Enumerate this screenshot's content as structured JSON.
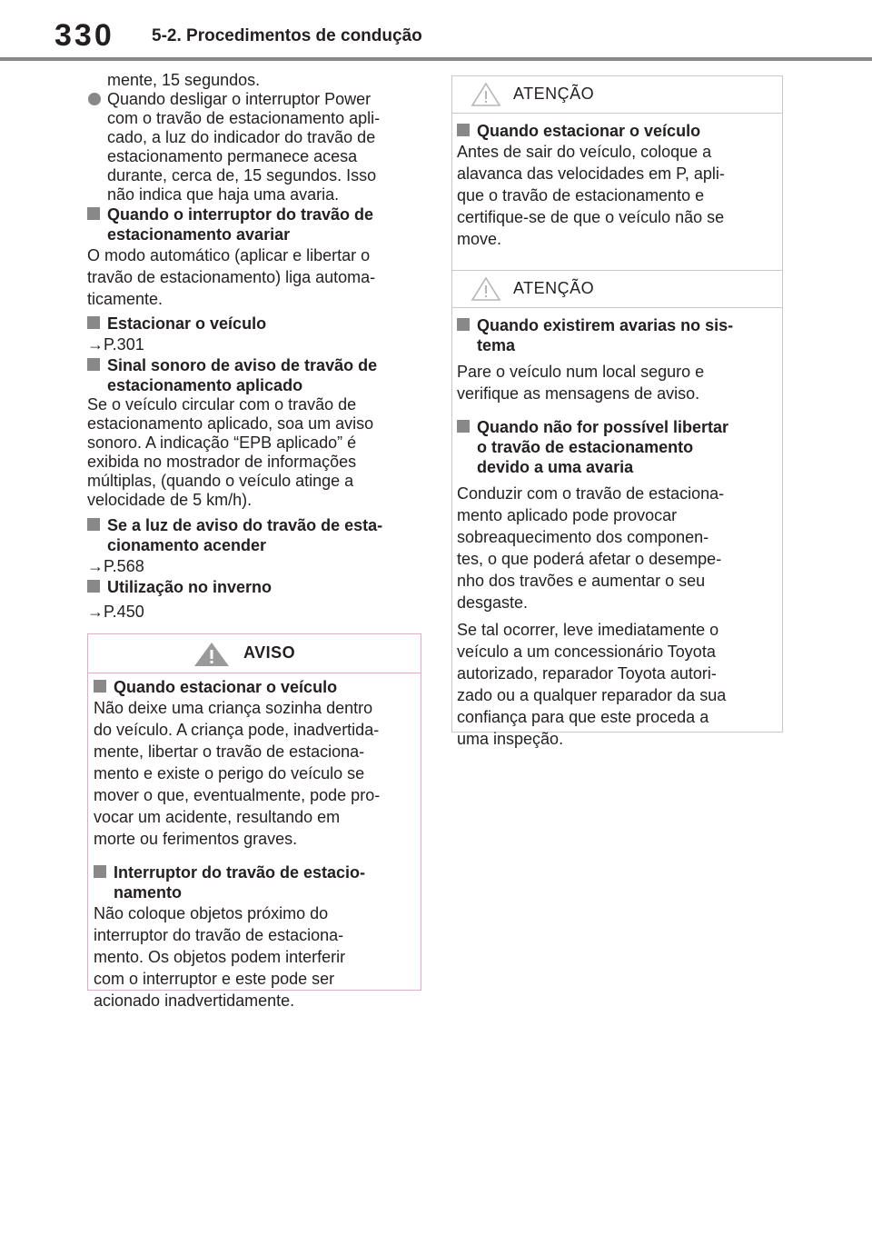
{
  "header": {
    "page_number": "330",
    "section_title": "5-2. Procedimentos de condução"
  },
  "left": {
    "cont_line": "mente, 15 segundos.",
    "bullet_lines": [
      "Quando desligar o interruptor Power",
      "com o travão de estacionamento apli-",
      "cado, a luz do indicador do travão de",
      "estacionamento permanece acesa",
      "durante, cerca de, 15 segundos. Isso",
      "não indica que haja uma avaria."
    ],
    "h1": [
      "Quando o interruptor do travão de",
      "estacionamento avariar"
    ],
    "p1": [
      "O modo automático (aplicar e libertar o",
      "travão de estacionamento) liga automa-",
      "ticamente."
    ],
    "h2": "Estacionar o veículo",
    "ref2": "→P.301",
    "h3": [
      "Sinal sonoro de aviso de travão de",
      "estacionamento aplicado"
    ],
    "p3": [
      "Se o veículo circular com o travão de",
      "estacionamento aplicado, soa um aviso",
      "sonoro. A indicação “EPB aplicado” é",
      "exibida no mostrador de informações",
      "múltiplas, (quando o veículo atinge a",
      "velocidade de 5 km/h)."
    ],
    "h4": [
      "Se a luz de aviso do travão de esta-",
      "cionamento acender"
    ],
    "ref4": "→P.568",
    "h5": "Utilização no inverno",
    "ref5": "→P.450"
  },
  "aviso": {
    "label": "AVISO",
    "h1": "Quando estacionar o veículo",
    "p1": [
      "Não deixe uma criança sozinha dentro",
      "do veículo. A criança pode, inadvertida-",
      "mente, libertar o travão de estaciona-",
      "mento e existe o perigo do veículo se",
      "mover o que, eventualmente, pode pro-",
      "vocar um acidente, resultando em",
      "morte ou ferimentos graves."
    ],
    "h2": [
      "Interruptor do travão de estacio-",
      "namento"
    ],
    "p2": [
      "Não coloque objetos próximo do",
      "interruptor do travão de estaciona-",
      "mento. Os objetos podem interferir",
      "com o interruptor e este pode ser",
      "acionado inadvertidamente."
    ]
  },
  "atencao1": {
    "label": "ATENÇÃO",
    "h1": "Quando estacionar o veículo",
    "p1": [
      "Antes de sair do veículo, coloque a",
      "alavanca das velocidades em P, apli-",
      "que o travão de estacionamento e",
      "certifique-se de que o veículo não se",
      "move."
    ]
  },
  "atencao2": {
    "label": "ATENÇÃO",
    "h1": [
      "Quando existirem avarias no sis-",
      "tema"
    ],
    "p1": [
      "Pare o veículo num local seguro e",
      "verifique as mensagens de aviso."
    ],
    "h2": [
      "Quando não for possível libertar",
      "o travão de estacionamento",
      "devido a uma avaria"
    ],
    "p2": [
      "Conduzir com o travão de estaciona-",
      "mento aplicado pode provocar",
      "sobreaquecimento dos componen-",
      "tes, o que poderá afetar o desempe-",
      "nho dos travões e aumentar o seu",
      "desgaste."
    ],
    "p3": [
      "Se tal ocorrer, leve imediatamente o",
      "veículo a um concessionário Toyota",
      "autorizado, reparador Toyota autori-",
      "zado ou a qualquer reparador da sua",
      "confiança para que este proceda a",
      "uma inspeção."
    ]
  }
}
